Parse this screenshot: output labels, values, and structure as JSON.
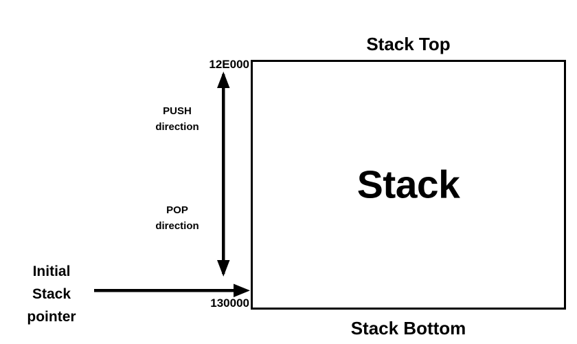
{
  "diagram": {
    "title_top": "Stack Top",
    "title_bottom": "Stack Bottom",
    "box_label": "Stack",
    "address_top": "12E000",
    "address_bottom": "130000",
    "push": {
      "line1": "PUSH",
      "line2": "direction"
    },
    "pop": {
      "line1": "POP",
      "line2": "direction"
    },
    "initial_pointer": {
      "line1": "Initial",
      "line2": "Stack",
      "line3": "pointer"
    },
    "colors": {
      "stroke": "#000000",
      "background": "#ffffff",
      "text": "#000000"
    },
    "icons": {
      "vertical_arrow": "double-headed-vertical-arrow-icon",
      "pointer_arrow": "right-arrow-icon"
    }
  }
}
